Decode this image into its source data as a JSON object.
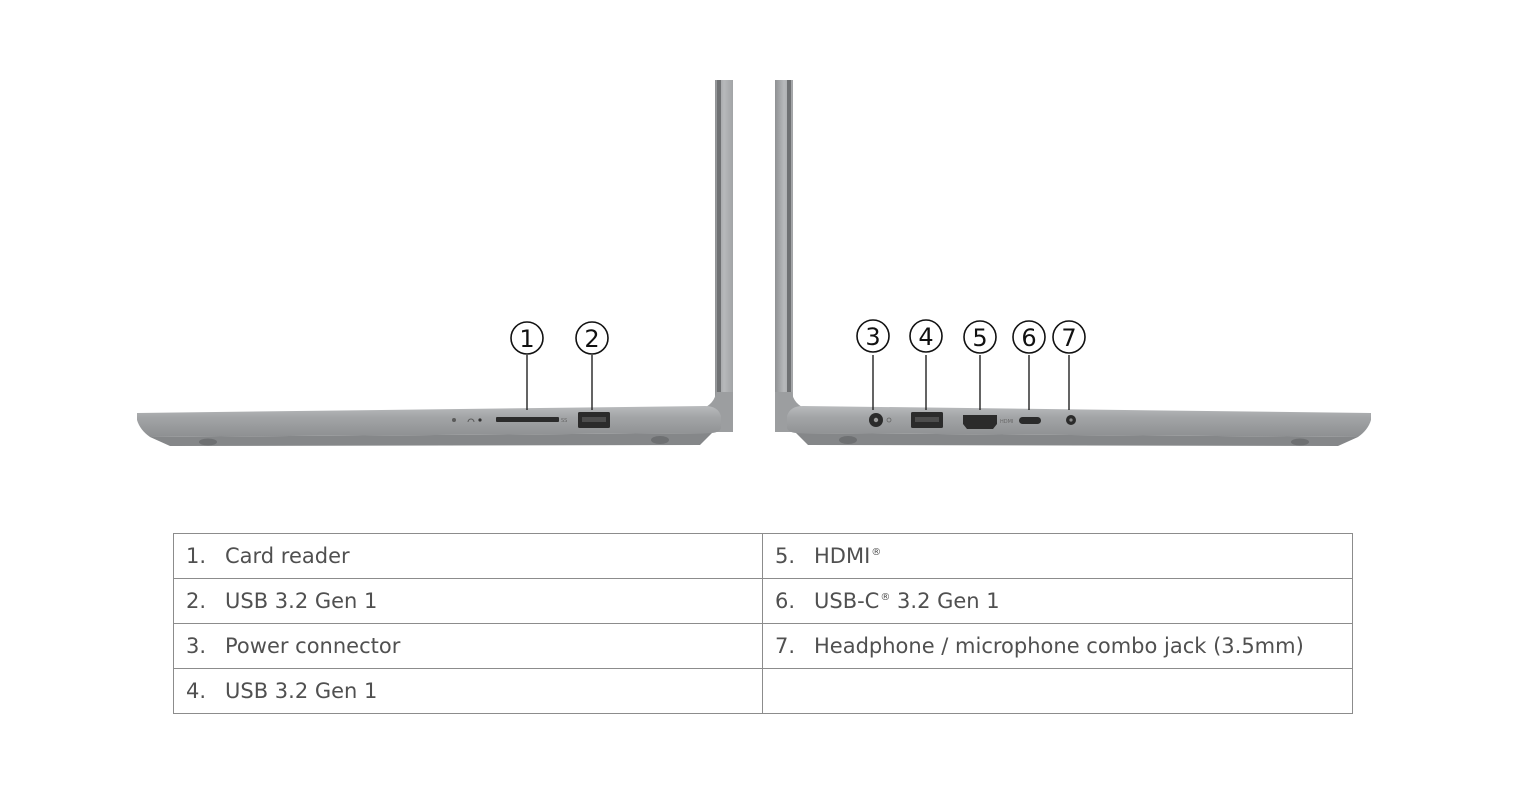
{
  "callouts": [
    "1",
    "2",
    "3",
    "4",
    "5",
    "6",
    "7"
  ],
  "ports": [
    {
      "num": "1.",
      "label": "Card reader",
      "mark": ""
    },
    {
      "num": "2.",
      "label": "USB 3.2 Gen 1",
      "mark": ""
    },
    {
      "num": "3.",
      "label": "Power connector",
      "mark": ""
    },
    {
      "num": "4.",
      "label": "USB 3.2 Gen 1",
      "mark": ""
    },
    {
      "num": "5.",
      "label": "HDMI",
      "mark": "®"
    },
    {
      "num": "6.",
      "label": "USB-C",
      "mark": "®",
      "label_rest": " 3.2 Gen 1"
    },
    {
      "num": "7.",
      "label": "Headphone / microphone combo jack (3.5mm)",
      "mark": ""
    }
  ],
  "colors": {
    "chassis": "#9a9c9e",
    "chassis_dark": "#7d7f81",
    "port": "#2b2b2b",
    "table_border": "#8c8c8c",
    "text": "#505050"
  }
}
